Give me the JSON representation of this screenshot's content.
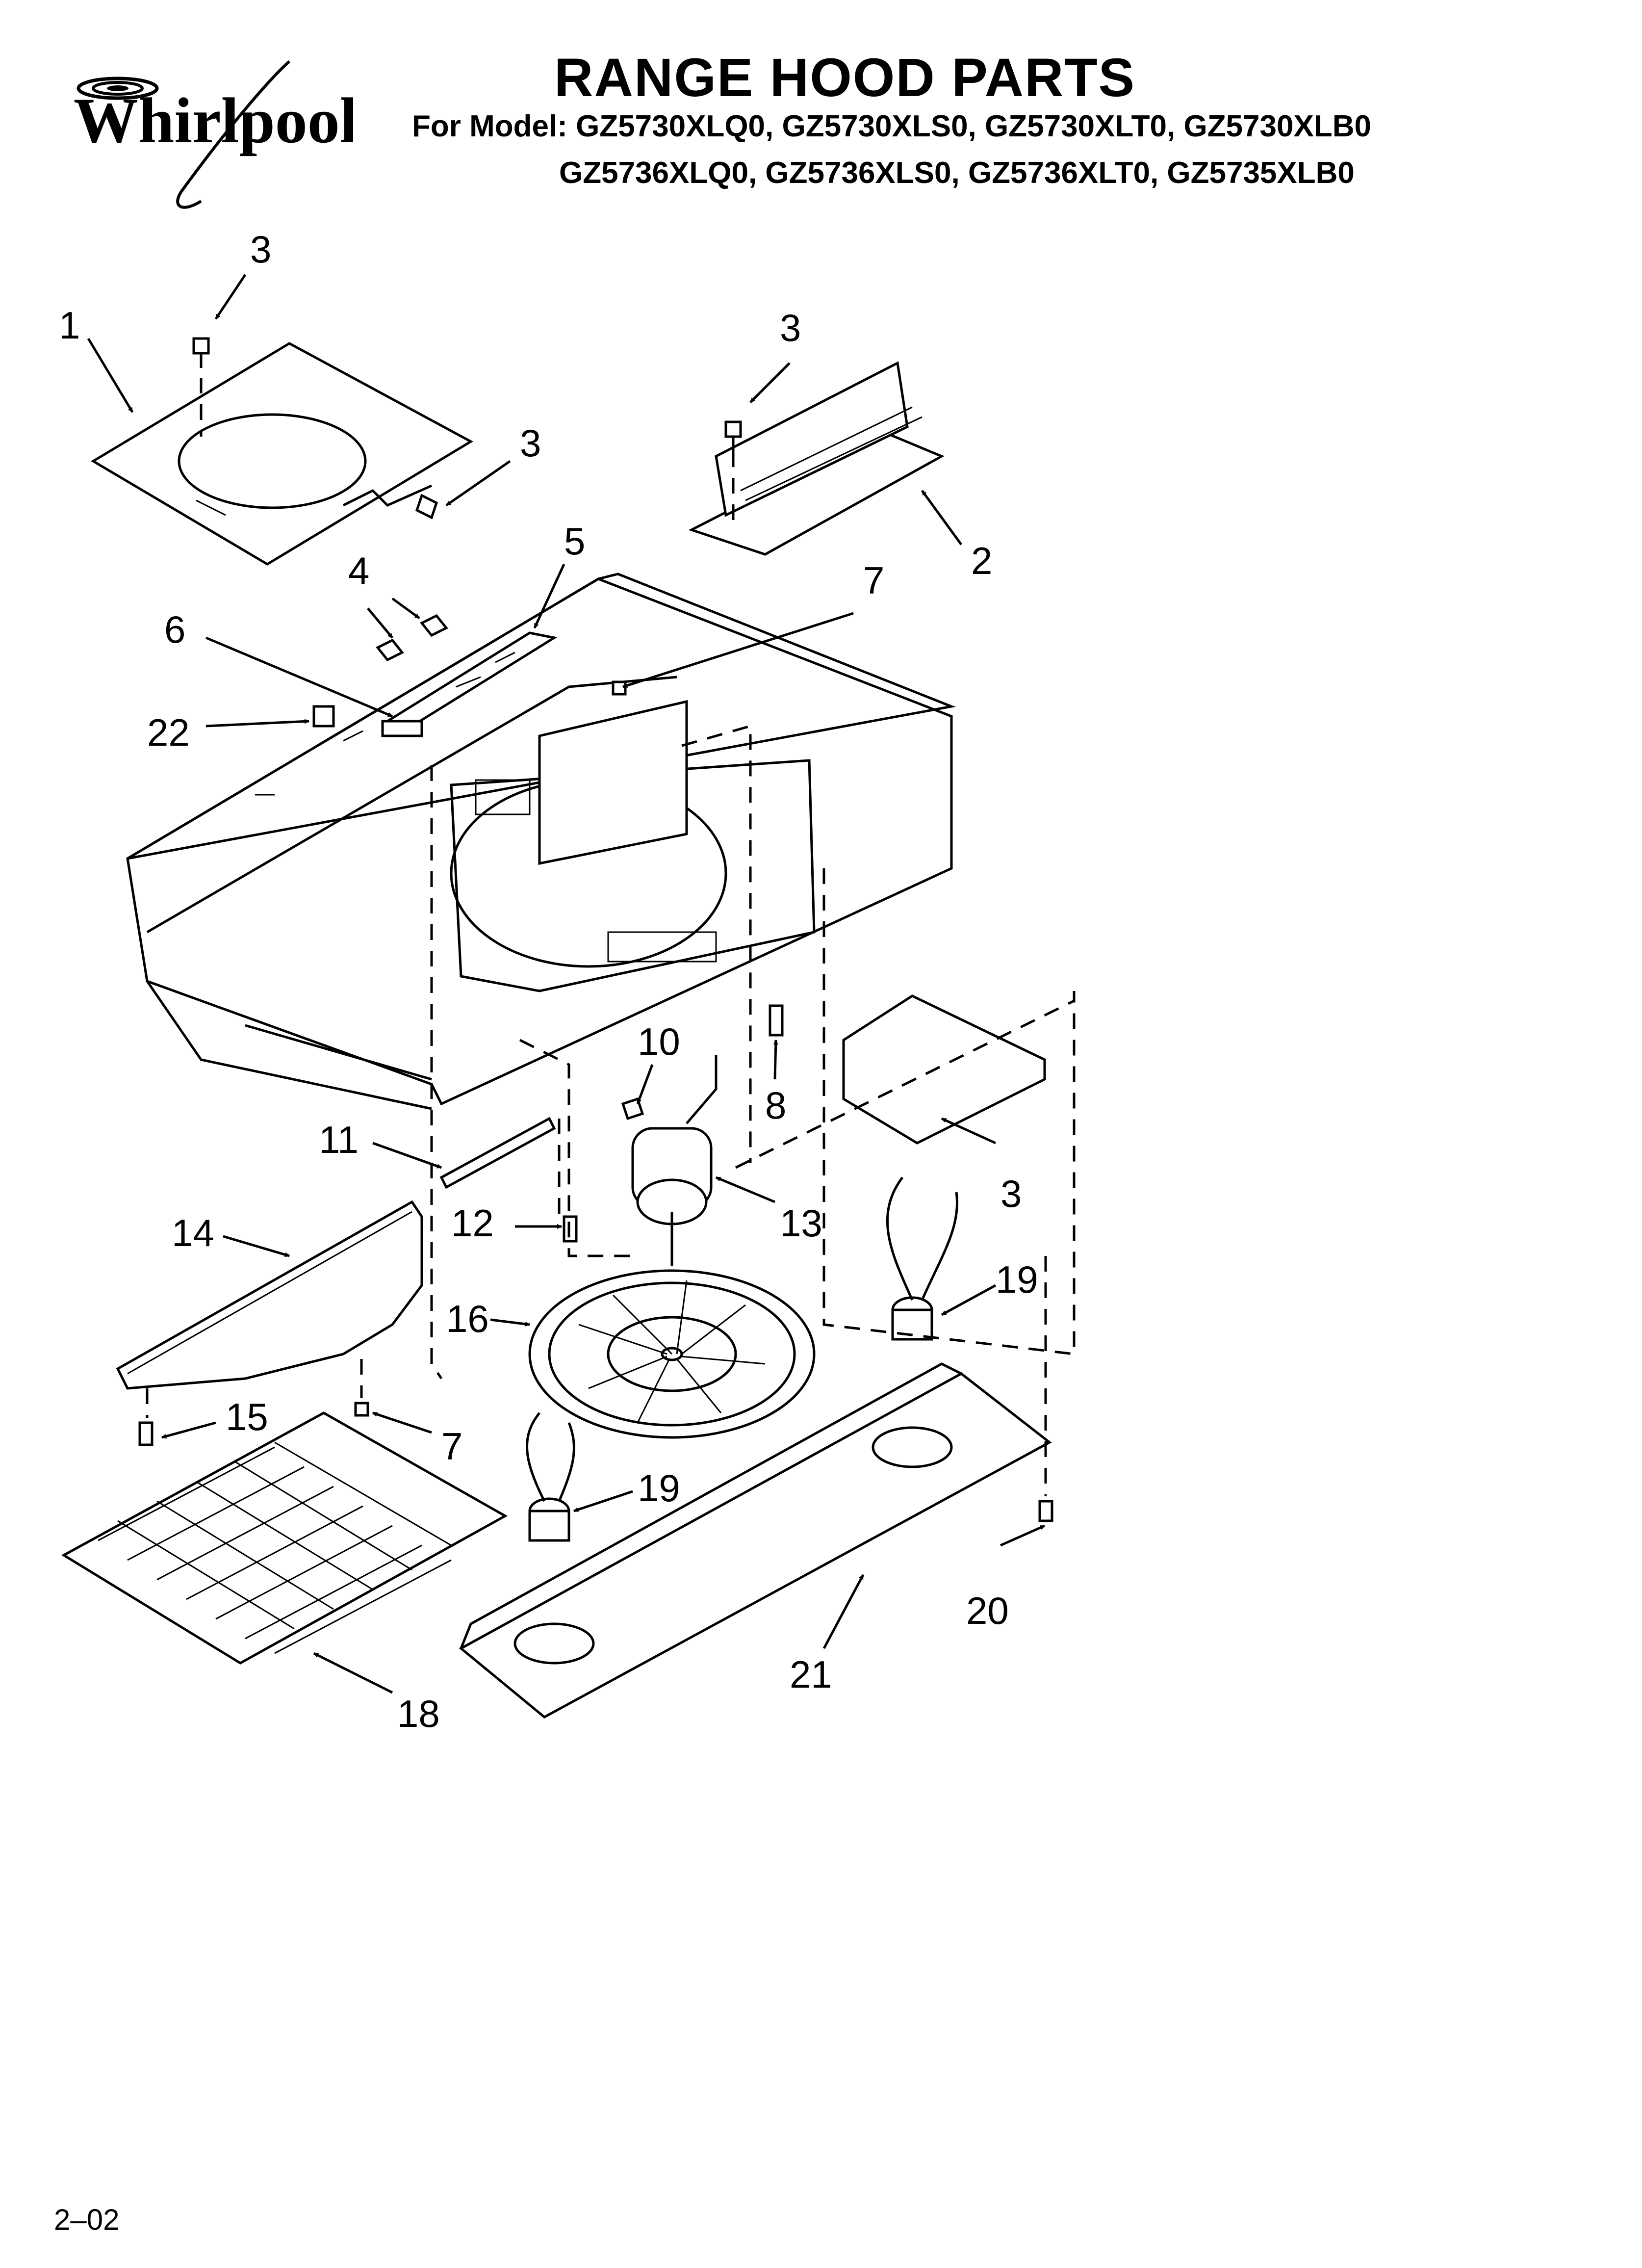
{
  "brand": {
    "name": "Whirlpool"
  },
  "title": "RANGE HOOD PARTS",
  "model_line_1": "For Model: GZ5730XLQ0, GZ5730XLS0, GZ5730XLT0, GZ5730XLB0",
  "model_line_2": "GZ5736XLQ0, GZ5736XLS0, GZ5736XLT0, GZ5735XLB0",
  "footer": "2–02",
  "callouts": {
    "c1": "1",
    "c2": "2",
    "c3a": "3",
    "c3b": "3",
    "c3c": "3",
    "c3d": "3",
    "c4": "4",
    "c5": "5",
    "c6": "6",
    "c7a": "7",
    "c7b": "7",
    "c8": "8",
    "c10": "10",
    "c11": "11",
    "c12": "12",
    "c13": "13",
    "c14": "14",
    "c15": "15",
    "c16": "16",
    "c18": "18",
    "c19a": "19",
    "c19b": "19",
    "c20": "20",
    "c21": "21",
    "c22": "22"
  }
}
